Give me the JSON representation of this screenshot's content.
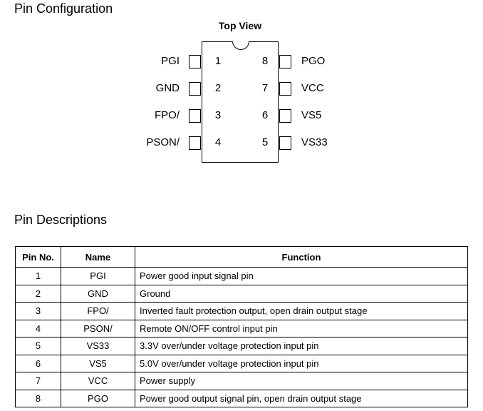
{
  "headings": {
    "pin_configuration": "Pin Configuration",
    "pin_descriptions": "Pin Descriptions"
  },
  "diagram": {
    "top_view_label": "Top View",
    "left_pins": [
      {
        "num": "1",
        "name": "PGI"
      },
      {
        "num": "2",
        "name": "GND"
      },
      {
        "num": "3",
        "name": "FPO/"
      },
      {
        "num": "4",
        "name": "PSON/"
      }
    ],
    "right_pins": [
      {
        "num": "8",
        "name": "PGO"
      },
      {
        "num": "7",
        "name": "VCC"
      },
      {
        "num": "6",
        "name": "VS5"
      },
      {
        "num": "5",
        "name": "VS33"
      }
    ]
  },
  "table": {
    "headers": [
      "Pin No.",
      "Name",
      "Function"
    ],
    "rows": [
      {
        "pin": "1",
        "name": "PGI",
        "function": "Power good input signal pin"
      },
      {
        "pin": "2",
        "name": "GND",
        "function": "Ground"
      },
      {
        "pin": "3",
        "name": "FPO/",
        "function": "Inverted fault protection output, open drain output stage"
      },
      {
        "pin": "4",
        "name": "PSON/",
        "function": "Remote ON/OFF control input pin"
      },
      {
        "pin": "5",
        "name": "VS33",
        "function": "3.3V over/under voltage protection input pin"
      },
      {
        "pin": "6",
        "name": "VS5",
        "function": "5.0V over/under voltage protection input pin"
      },
      {
        "pin": "7",
        "name": "VCC",
        "function": "Power supply"
      },
      {
        "pin": "8",
        "name": "PGO",
        "function": "Power good output signal pin, open drain output stage"
      }
    ]
  }
}
